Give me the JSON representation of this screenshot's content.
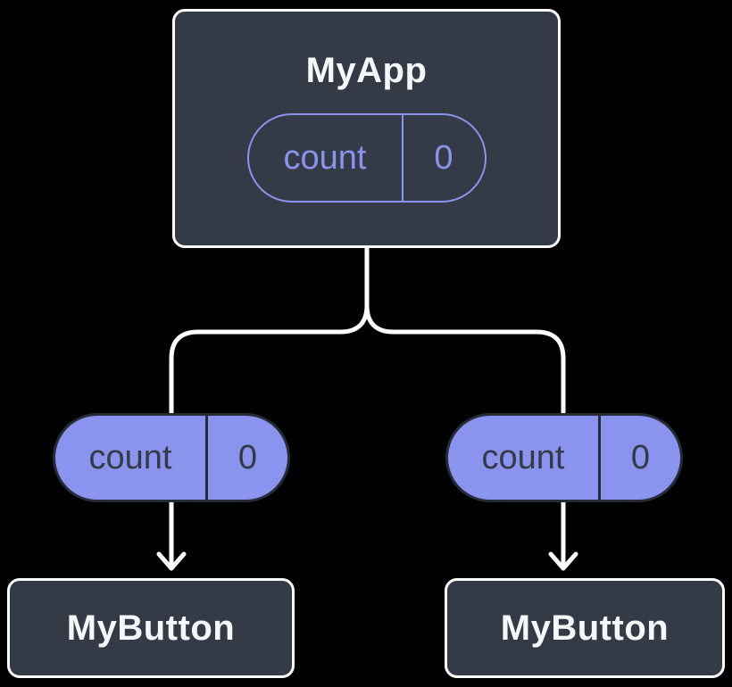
{
  "colors": {
    "background": "#000000",
    "card_fill": "#343A46",
    "card_border": "#FFFFFF",
    "accent_purple": "#8A93EE",
    "pill_dark": "#262B36",
    "pill_text_dark": "#343A46",
    "connector": "#FFFFFF",
    "title_text": "#F6F7F9"
  },
  "parent_component": {
    "name": "MyApp",
    "state_pill": {
      "label": "count",
      "value": "0"
    }
  },
  "prop_pills": [
    {
      "label": "count",
      "value": "0"
    },
    {
      "label": "count",
      "value": "0"
    }
  ],
  "child_components": [
    {
      "name": "MyButton"
    },
    {
      "name": "MyButton"
    }
  ]
}
